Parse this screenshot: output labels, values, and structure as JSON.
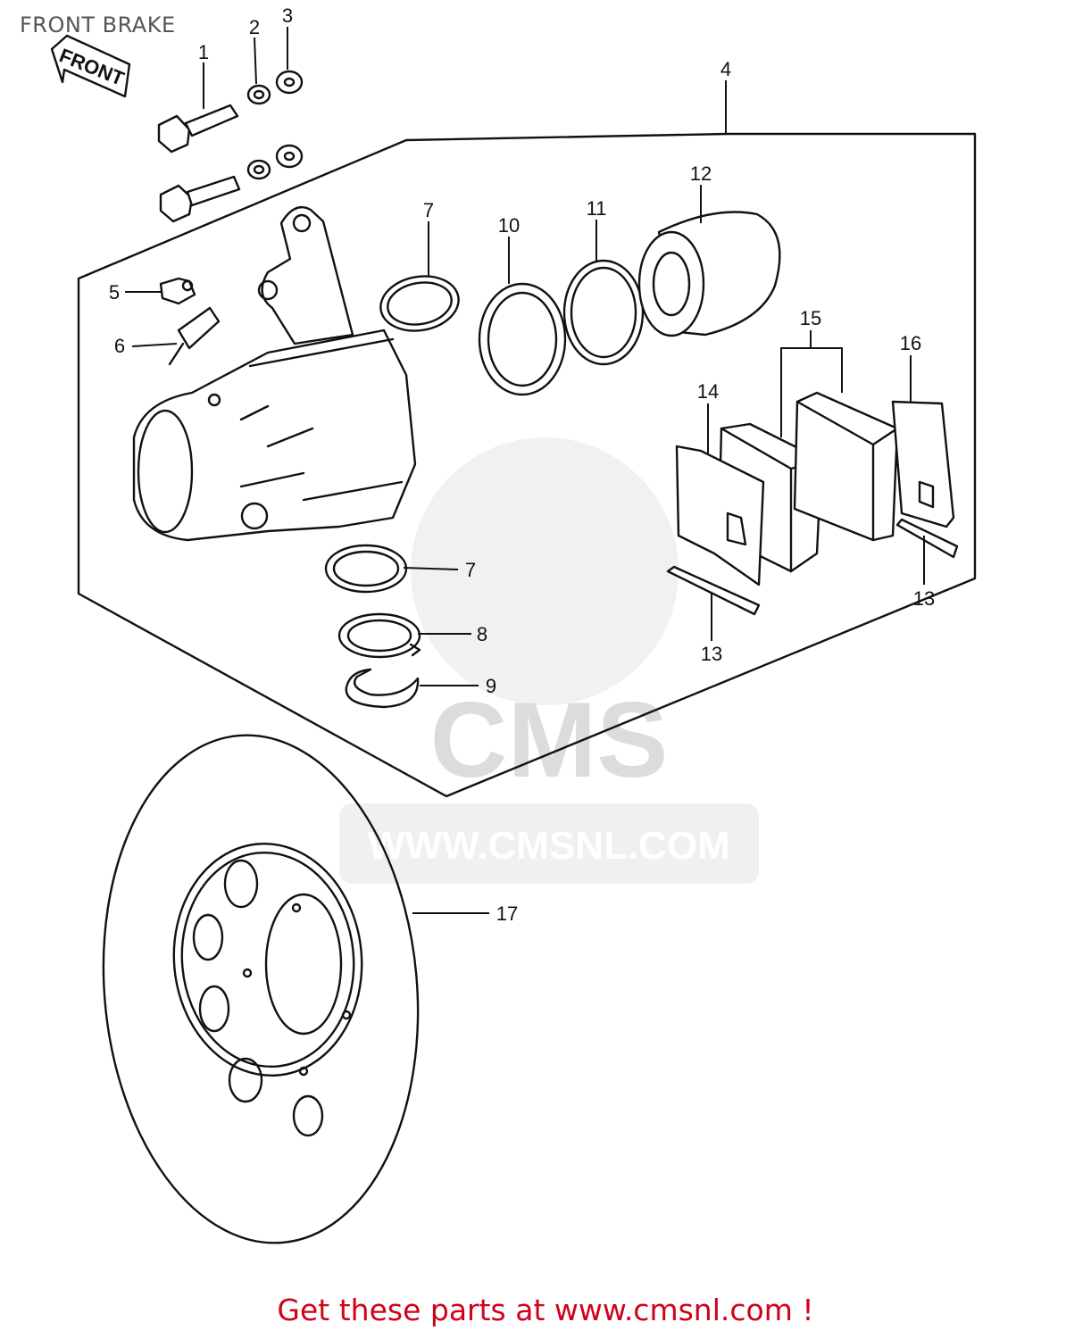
{
  "title": "FRONT BRAKE",
  "front_tag": "FRONT",
  "watermark": {
    "brand": "CMS",
    "url": "WWW.CMSNL.COM"
  },
  "footer": {
    "text": "Get these parts at www.cmsnl.com !"
  },
  "callouts": {
    "c1": "1",
    "c2": "2",
    "c3": "3",
    "c4": "4",
    "c5": "5",
    "c6": "6",
    "c7a": "7",
    "c7b": "7",
    "c8": "8",
    "c9": "9",
    "c10": "10",
    "c11": "11",
    "c12": "12",
    "c13a": "13",
    "c13b": "13",
    "c14": "14",
    "c15": "15",
    "c16": "16",
    "c17": "17"
  }
}
